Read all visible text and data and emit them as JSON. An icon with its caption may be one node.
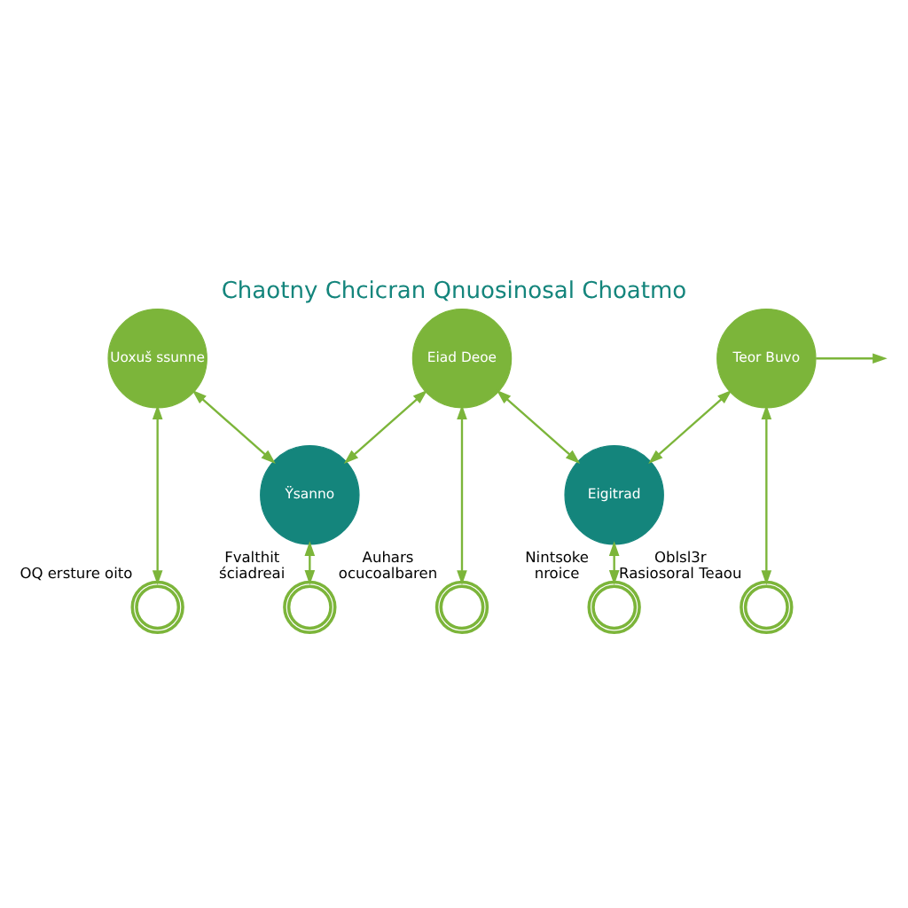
{
  "diagram": {
    "title": "Chaotny Chcicran Qnuosinosal Choatmo",
    "nodes": [
      {
        "text": [
          "Uoxuš ssunne"
        ]
      },
      {
        "text": [
          "Ÿsanno"
        ]
      },
      {
        "text": [
          "Eiad Deoe"
        ]
      },
      {
        "text": [
          "Eigitrad"
        ]
      },
      {
        "text": [
          "Teor Buvo"
        ]
      },
      {
        "text": [],
        "shape": "picture",
        "beside": [
          "OQ ersture oito"
        ]
      },
      {
        "text": [],
        "shape": "picture",
        "beside": [
          "Fvalthit",
          "ściadreai"
        ]
      },
      {
        "text": [],
        "shape": "picture",
        "beside": [
          "Auhars",
          "ocucoalbaren"
        ]
      },
      {
        "text": [],
        "shape": "picture",
        "beside": [
          "Nintsoke",
          "nroice"
        ]
      },
      {
        "text": [],
        "shape": "picture",
        "beside": [
          "Oblsl3r",
          "Rasiosoral Teaou"
        ]
      }
    ],
    "edges": [
      {
        "from": 0,
        "to": 1,
        "arrow": "both"
      },
      {
        "from": 1,
        "to": 2,
        "arrow": "both"
      },
      {
        "from": 2,
        "to": 3,
        "arrow": "both"
      },
      {
        "from": 3,
        "to": 4,
        "arrow": "both"
      },
      {
        "from": 4,
        "to": null,
        "arrow": "to"
      },
      {
        "from": 0,
        "to": 5,
        "arrow": "both"
      },
      {
        "from": 1,
        "to": 6,
        "arrow": "both"
      },
      {
        "from": 2,
        "to": 7,
        "arrow": "both"
      },
      {
        "from": 3,
        "to": 8,
        "arrow": "both"
      },
      {
        "from": 4,
        "to": 9,
        "arrow": "both"
      }
    ]
  }
}
